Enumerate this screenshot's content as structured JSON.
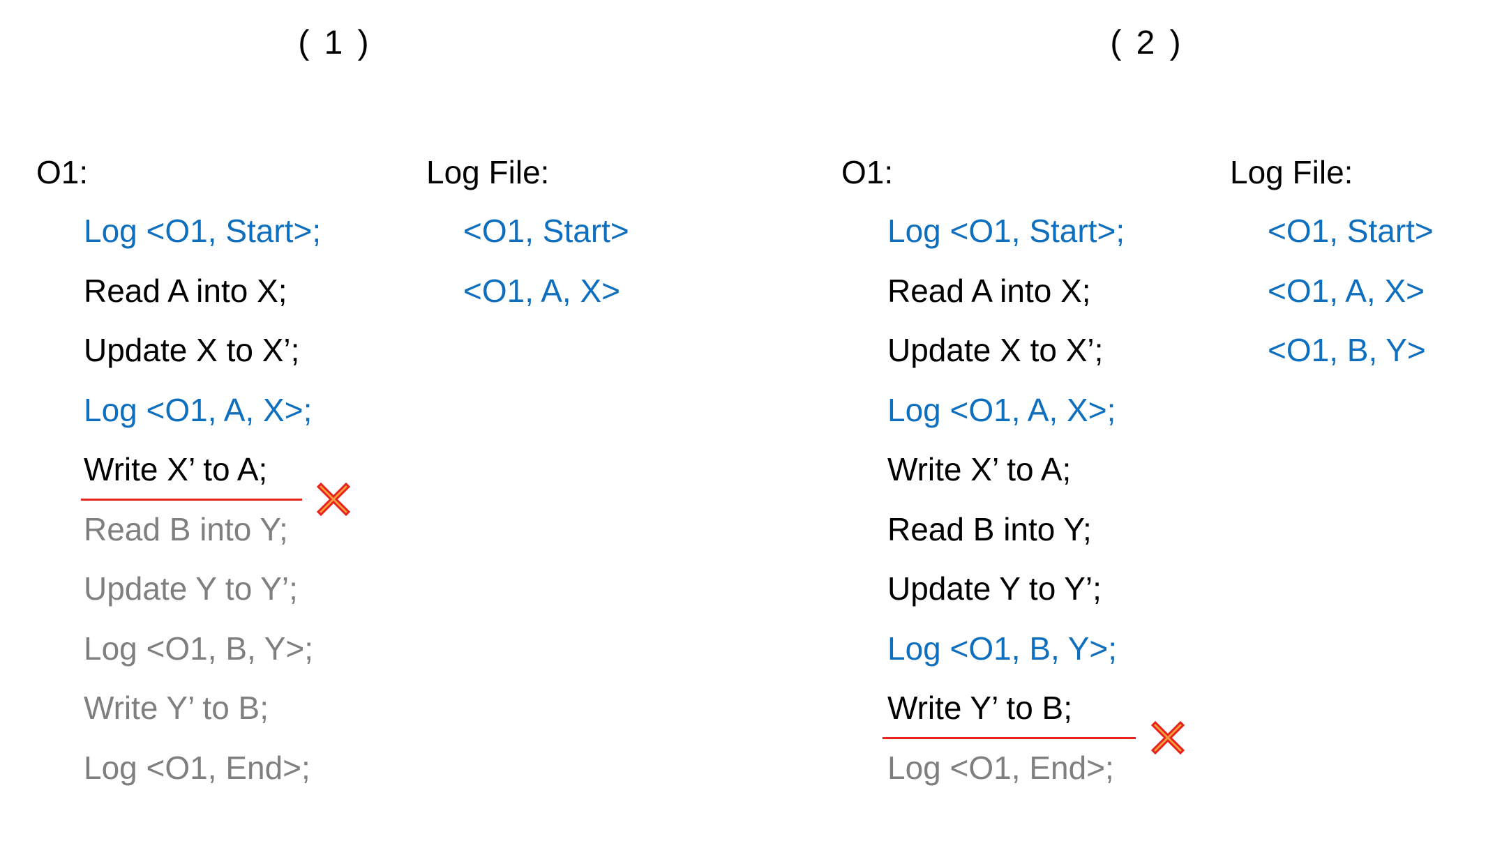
{
  "colors": {
    "executed": "#000000",
    "log_record": "#0F6FBF",
    "not_executed": "#7F7F7F",
    "failure_mark": "#E8231E"
  },
  "panels": [
    {
      "title": "( 1 )",
      "operation_label": "O1:",
      "log_label": "Log File:",
      "steps": [
        {
          "text": "Log <O1, Start>;",
          "state": "log"
        },
        {
          "text": "Read A into X;",
          "state": "executed"
        },
        {
          "text": "Update X to X’;",
          "state": "executed"
        },
        {
          "text": "Log <O1, A, X>;",
          "state": "log"
        },
        {
          "text": "Write X’ to A;",
          "state": "executed"
        },
        {
          "text": "Read B into Y;",
          "state": "not_executed"
        },
        {
          "text": "Update Y to Y’;",
          "state": "not_executed"
        },
        {
          "text": "Log <O1, B, Y>;",
          "state": "not_executed"
        },
        {
          "text": "Write Y’ to B;",
          "state": "not_executed"
        },
        {
          "text": "Log <O1, End>;",
          "state": "not_executed"
        }
      ],
      "log_entries": [
        "<O1, Start>",
        "<O1, A, X>"
      ],
      "failure_after_step": 5,
      "failure_icon": "red-x-icon"
    },
    {
      "title": "( 2 )",
      "operation_label": "O1:",
      "log_label": "Log File:",
      "steps": [
        {
          "text": "Log <O1, Start>;",
          "state": "log"
        },
        {
          "text": "Read A into X;",
          "state": "executed"
        },
        {
          "text": "Update X to X’;",
          "state": "executed"
        },
        {
          "text": "Log <O1, A, X>;",
          "state": "log"
        },
        {
          "text": "Write X’ to A;",
          "state": "executed"
        },
        {
          "text": "Read B into Y;",
          "state": "executed"
        },
        {
          "text": "Update Y to Y’;",
          "state": "executed"
        },
        {
          "text": "Log <O1, B, Y>;",
          "state": "log"
        },
        {
          "text": "Write Y’ to B;",
          "state": "executed"
        },
        {
          "text": "Log <O1, End>;",
          "state": "not_executed"
        }
      ],
      "log_entries": [
        "<O1, Start>",
        "<O1, A, X>",
        "<O1, B, Y>"
      ],
      "failure_after_step": 9,
      "failure_icon": "red-x-icon"
    }
  ]
}
